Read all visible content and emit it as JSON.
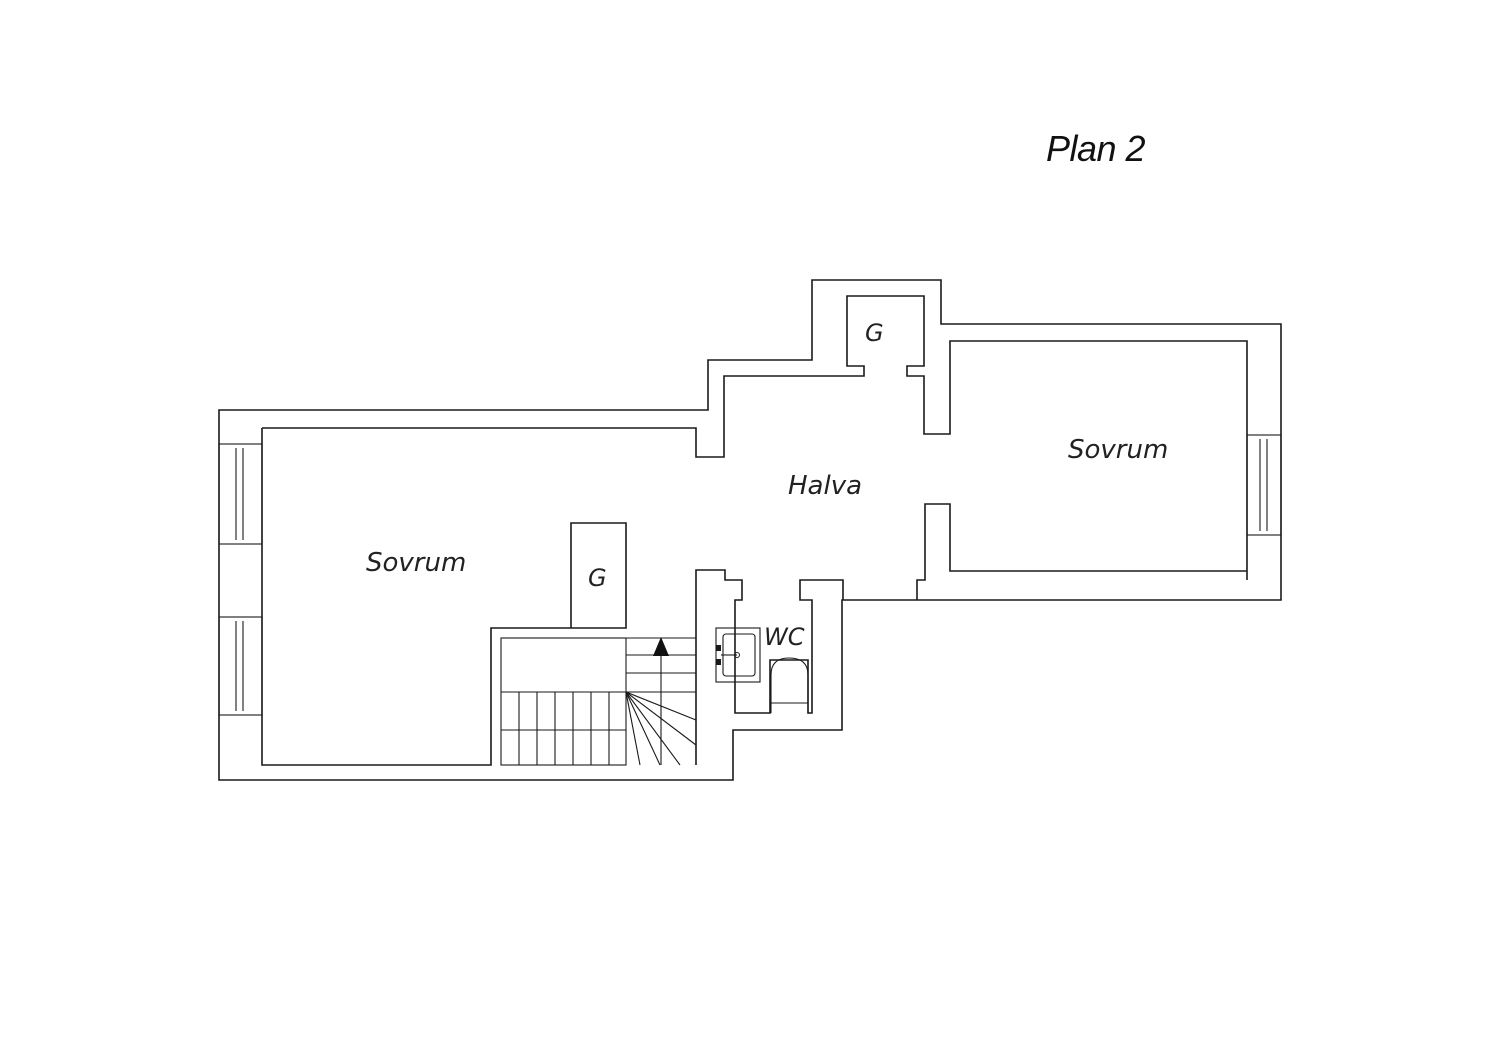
{
  "title": "Plan 2",
  "rooms": [
    {
      "id": "sovrum-left",
      "label": "Sovrum"
    },
    {
      "id": "sovrum-right",
      "label": "Sovrum"
    },
    {
      "id": "halva",
      "label": "Halva"
    },
    {
      "id": "wc",
      "label": "WC"
    },
    {
      "id": "closet-top",
      "label": "G"
    },
    {
      "id": "closet-stair",
      "label": "G"
    }
  ],
  "colors": {
    "wall": "#1a1a1a",
    "background": "#ffffff"
  }
}
